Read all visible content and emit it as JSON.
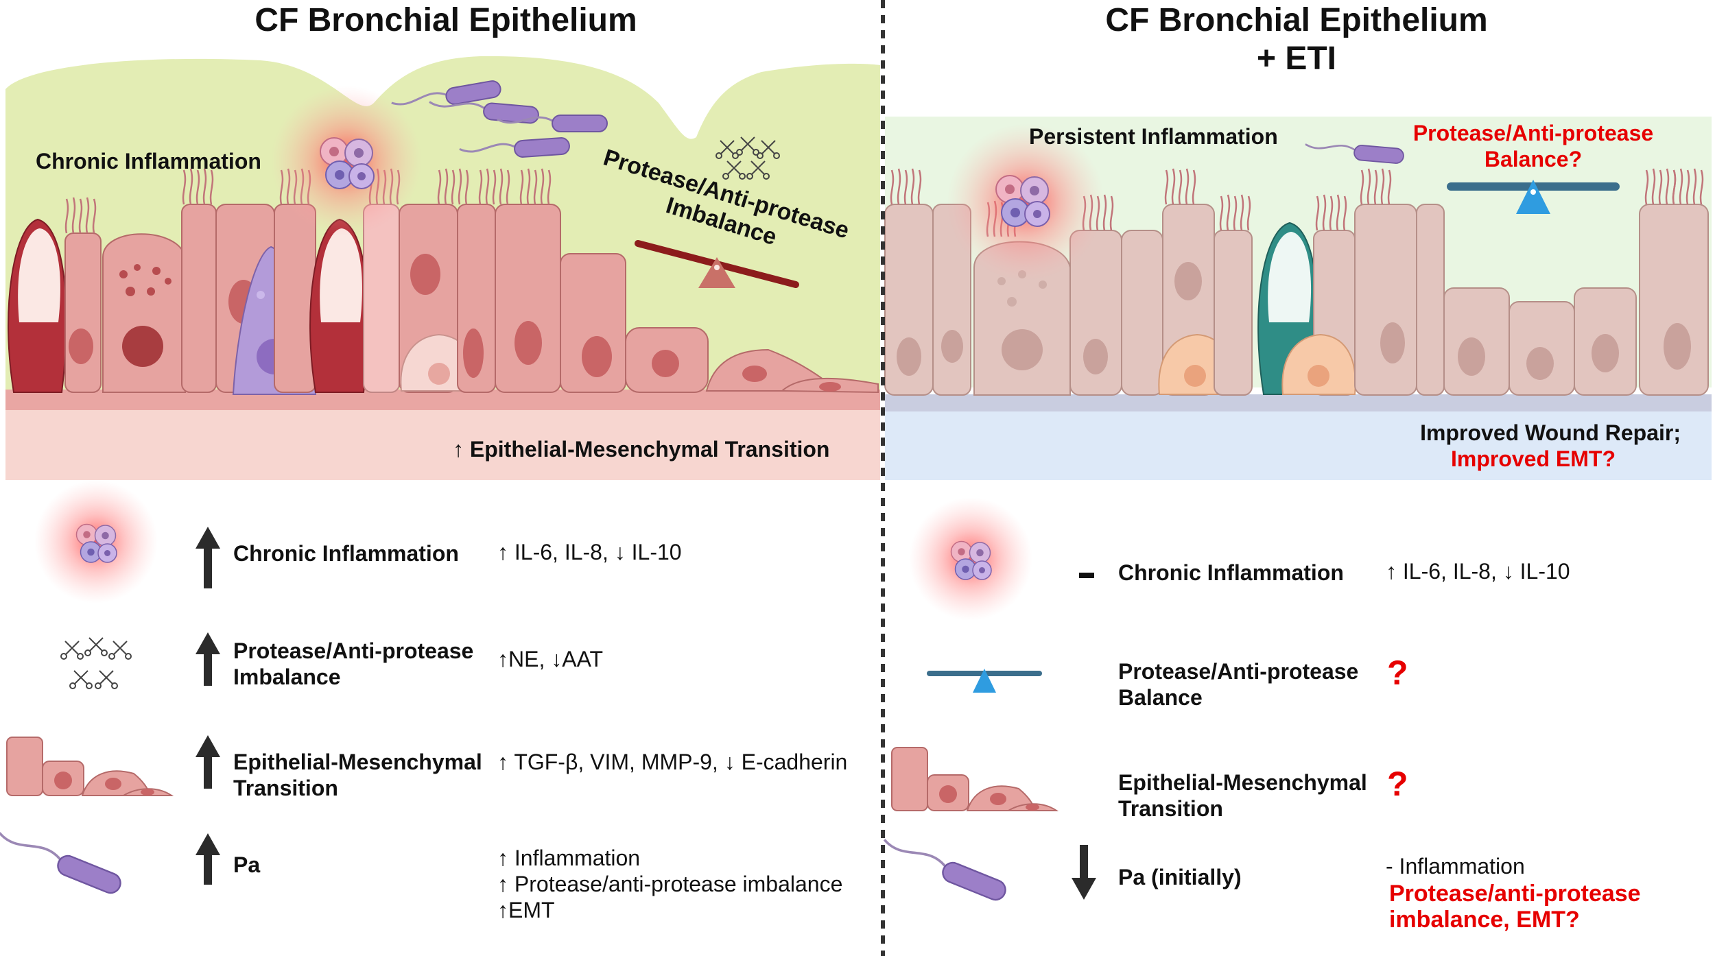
{
  "left": {
    "title": "CF Bronchial Epithelium",
    "chronic_inflammation": "Chronic Inflammation",
    "protease_line1": "Protease/Anti-protease",
    "protease_line2": "Imbalance",
    "emt_banner": "↑ Epithelial-Mesenchymal Transition"
  },
  "right": {
    "title_line1": "CF Bronchial Epithelium",
    "title_line2": "+ ETI",
    "persistent_inflammation": "Persistent Inflammation",
    "balance_line1": "Protease/Anti-protease",
    "balance_line2": "Balance?",
    "repair_line1": "Improved Wound Repair;",
    "repair_line2": "Improved EMT?"
  },
  "legend_left": [
    {
      "label": [
        "Chronic Inflammation"
      ],
      "desc": [
        "↑ IL-6, IL-8, ↓ IL-10"
      ],
      "arrow": "up"
    },
    {
      "label": [
        "Protease/Anti-protease",
        "Imbalance"
      ],
      "desc": [
        "↑NE, ↓AAT"
      ],
      "arrow": "up"
    },
    {
      "label": [
        "Epithelial-Mesenchymal",
        "Transition"
      ],
      "desc": [
        "↑ TGF-β, VIM, MMP-9, ↓ E-cadherin"
      ],
      "arrow": "up"
    },
    {
      "label": [
        "Pa"
      ],
      "desc": [
        "↑ Inflammation",
        "↑ Protease/anti-protease imbalance",
        "↑EMT"
      ],
      "arrow": "up"
    }
  ],
  "legend_right": [
    {
      "label": [
        "Chronic Inflammation"
      ],
      "desc": [
        "↑ IL-6, IL-8, ↓ IL-10"
      ],
      "marker": "-"
    },
    {
      "label": [
        "Protease/Anti-protease",
        "Balance"
      ],
      "marker": "?"
    },
    {
      "label": [
        "Epithelial-Mesenchymal",
        "Transition"
      ],
      "marker": "?"
    },
    {
      "label": [
        "Pa (initially)"
      ],
      "desc_line1": "- Inflammation",
      "desc_red": [
        "Protease/anti-protease",
        "imbalance, EMT?"
      ],
      "arrow": "down"
    }
  ],
  "colors": {
    "mucus_left": "#e3edb4",
    "mucus_right": "#e9f6e2",
    "emt_band": "#f7d6d0",
    "repair_band": "#dde9f8",
    "cell_pink": "#e6a3a0",
    "cell_tan": "#e2c5bf",
    "goblet_red": "#b3303a",
    "goblet_teal": "#2f8d86",
    "immune_purple": "#b39bd9",
    "seesaw_red": "#8c1c1c",
    "seesaw_blue": "#3b6e8c",
    "alert_red": "#e60000"
  }
}
